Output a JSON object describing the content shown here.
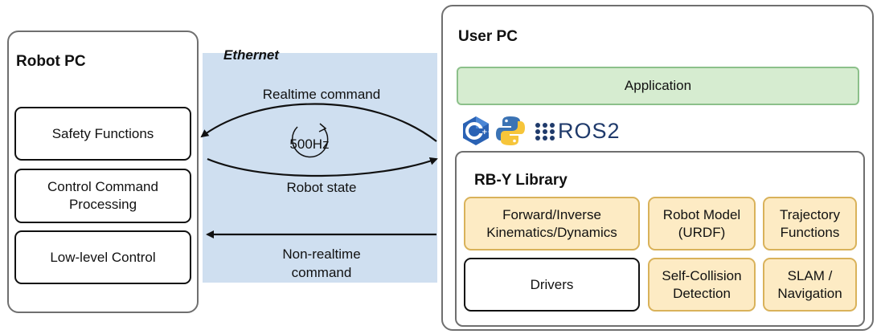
{
  "network": {
    "label": "Ethernet"
  },
  "robot_pc": {
    "title": "Robot PC",
    "boxes": [
      "Safety Functions",
      "Control Command\nProcessing",
      "Low-level Control"
    ]
  },
  "user_pc": {
    "title": "User PC",
    "application": "Application",
    "ros_label": "ROS2",
    "logos": [
      "cpp-logo",
      "python-logo",
      "ros2-logo"
    ]
  },
  "library": {
    "title": "RB-Y Library",
    "modules": [
      "Forward/Inverse\nKinematics/Dynamics",
      "Robot Model\n(URDF)",
      "Trajectory\nFunctions",
      "Drivers",
      "Self-Collision\nDetection",
      "SLAM /\nNavigation"
    ]
  },
  "links": {
    "realtime": "Realtime command",
    "frequency": "500Hz",
    "state": "Robot state",
    "nonrealtime": "Non-realtime\ncommand"
  },
  "colors": {
    "ethernet_bg": "#cfdff0",
    "application_bg": "#d6ecd0",
    "application_border": "#8cc08a",
    "module_bg": "#fdebc4",
    "module_border": "#d9b25a",
    "panel_border": "#6f6f6f"
  }
}
